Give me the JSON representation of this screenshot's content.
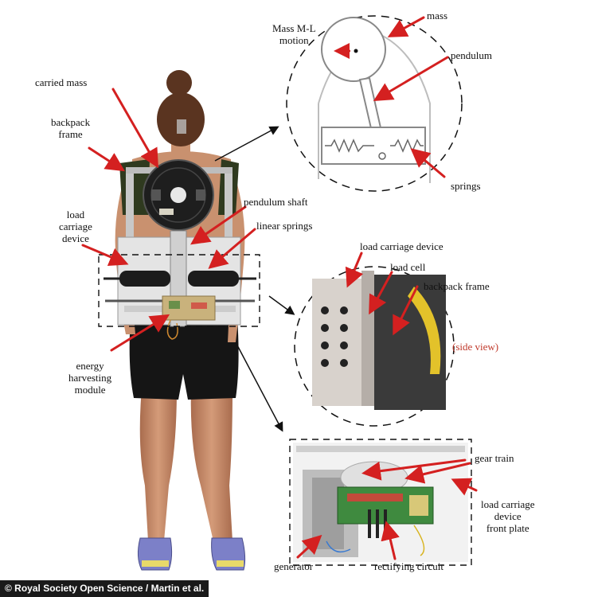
{
  "labels": {
    "carried_mass": "carried mass",
    "backpack_frame": "backpack\nframe",
    "load_carriage_device": "load\ncarriage\ndevice",
    "energy_harvesting_module": "energy\nharvesting\nmodule",
    "pendulum_shaft": "pendulum shaft",
    "linear_springs": "linear springs"
  },
  "inset_top": {
    "mass_motion": "Mass M-L\nmotion",
    "mass": "mass",
    "pendulum": "pendulum",
    "springs": "springs"
  },
  "inset_middle": {
    "load_carriage_device": "load carriage device",
    "load_cell": "load cell",
    "backpack_frame": "backpack frame",
    "side_view": "(side view)"
  },
  "inset_bottom": {
    "gear_train": "gear train",
    "front_plate": "load carriage\ndevice\nfront plate",
    "generator": "generator",
    "rectifying_circuit": "rectifying circuit"
  },
  "credit": "© Royal Society Open Science / Martin et al.",
  "colors": {
    "arrow_red": "#d42020",
    "leader_black": "#111111",
    "frame_silver": "#cfcfcf",
    "shorts": "#151515",
    "skin": "#c9916f"
  }
}
